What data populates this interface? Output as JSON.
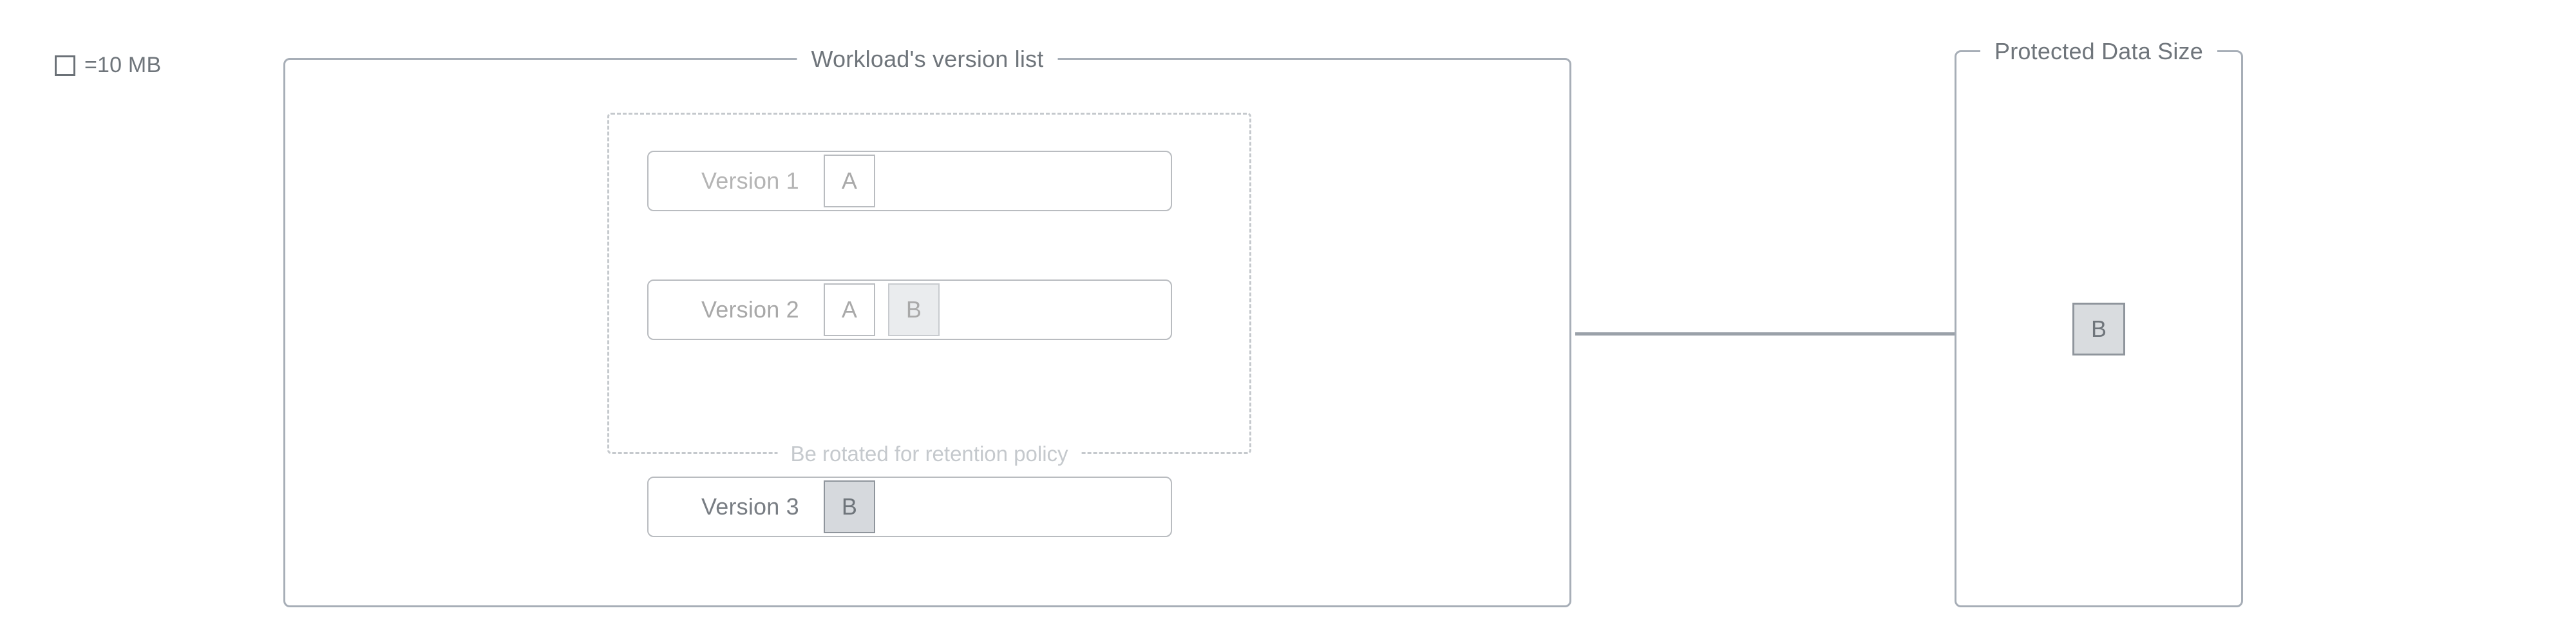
{
  "legend": {
    "swatch_icon": "square-outline-icon",
    "label": "=10 MB",
    "unit_value": 10,
    "unit": "MB"
  },
  "panels": {
    "versions": {
      "title": "Workload's version list",
      "rotate_group": {
        "caption": "Be rotated for retention policy",
        "member_versions": [
          "Version 1",
          "Version 2"
        ]
      },
      "rows": [
        {
          "label": "Version 1",
          "blocks": [
            {
              "letter": "A",
              "style": "empty"
            }
          ],
          "size_mb": 10,
          "in_rotation": true
        },
        {
          "label": "Version 2",
          "blocks": [
            {
              "letter": "A",
              "style": "empty"
            },
            {
              "letter": "B",
              "style": "light"
            }
          ],
          "size_mb": 20,
          "in_rotation": true
        },
        {
          "label": "Version 3",
          "blocks": [
            {
              "letter": "B",
              "style": "solid"
            }
          ],
          "size_mb": 10,
          "in_rotation": false
        }
      ]
    },
    "protected": {
      "title": "Protected Data Size",
      "block": {
        "letter": "B",
        "style": "solid"
      },
      "size_mb": 10
    }
  },
  "connector": {
    "kind": "horizontal-line",
    "from": "workload-version-list-panel",
    "to": "protected-data-size-panel"
  },
  "colors": {
    "panel_border": "#a7aeb7",
    "panel_title_text": "#6f757b",
    "dashed_border": "#c5c9cd",
    "dashed_caption_text": "#c5c9cd",
    "row_border": "#b9bcc0",
    "block_empty_bg": "#ffffff",
    "block_light_bg": "#eaecee",
    "block_solid_bg": "#d6d9dd",
    "block_solid_border": "#8f959c",
    "connector_line": "#9aa1a9",
    "legend_swatch_border": "#6b7177",
    "version_1_text": "#b4b4b4",
    "version_2_text": "#a8a8a8",
    "version_3_text": "#787d83",
    "background": "#ffffff"
  }
}
